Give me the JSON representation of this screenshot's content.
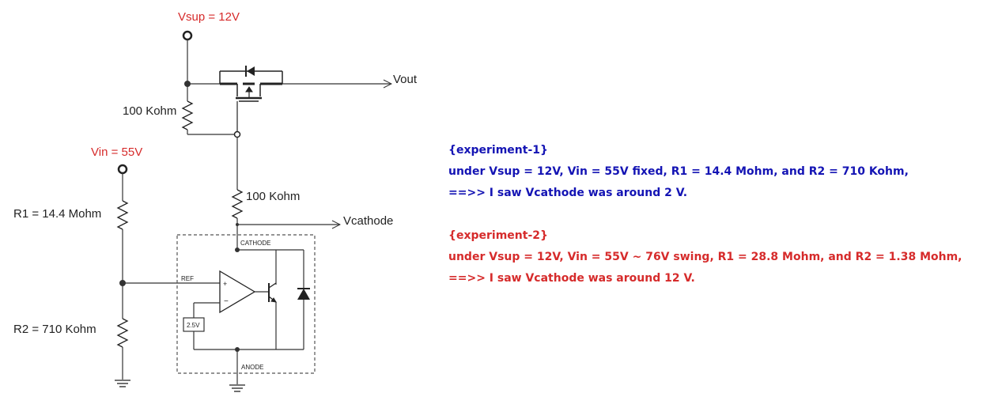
{
  "colors": {
    "label_red": "#d62b2b",
    "exp1_blue": "#1414b4",
    "exp2_red": "#d62b2b",
    "wire": "#333333"
  },
  "schematic": {
    "vsup_label": "Vsup  =  12V",
    "vin_label": "Vin  =  55V",
    "r_gate_label": "100 Kohm",
    "r_cathode_label": "100 Kohm",
    "r1_label": "R1  =  14.4 Mohm",
    "r2_label": "R2  =  710 Kohm",
    "vout_label": "Vout",
    "vcathode_label": "Vcathode",
    "cathode_pin": "CATHODE",
    "anode_pin": "ANODE",
    "ref_pin": "REF",
    "vref_value": "2.5V",
    "plus_sign": "+",
    "minus_sign": "−"
  },
  "notes": {
    "exp1_title": "{experiment-1}",
    "exp1_conditions": "under Vsup = 12V, Vin = 55V fixed, R1 = 14.4 Mohm, and R2 = 710 Kohm,",
    "exp1_result": "==>> I saw Vcathode was around 2 V.",
    "exp2_title": "{experiment-2}",
    "exp2_conditions": "under Vsup = 12V, Vin = 55V ~ 76V swing, R1 = 28.8 Mohm, and R2 = 1.38 Mohm,",
    "exp2_result": "==>> I saw Vcathode was around 12 V."
  }
}
